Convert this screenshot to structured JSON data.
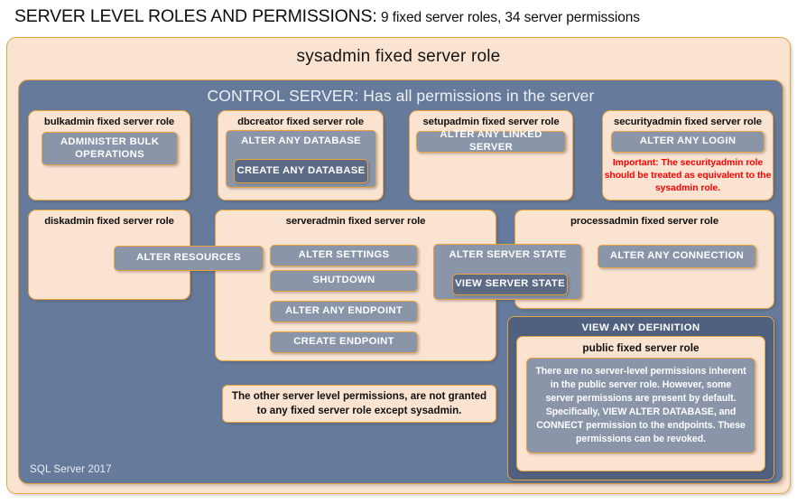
{
  "title": {
    "main": "SERVER LEVEL ROLES AND PERMISSIONS:",
    "sub": "9 fixed server roles, 34 server permissions"
  },
  "diagram": {
    "sysadmin_label": "sysadmin  fixed  server  role",
    "control_label": "CONTROL SERVER: Has all permissions in the server",
    "footer": "SQL Server 2017",
    "colors": {
      "peach_fill": "#fbe3d2",
      "gold_border": "#e8a33d",
      "slate_band": "#667b9b",
      "chip_fill": "#8a95a9",
      "chip_dark_fill": "#5c6a86",
      "public_outer_fill": "#506180",
      "warning_text": "#ff0000"
    },
    "roles": [
      {
        "id": "bulkadmin",
        "label": "bulkadmin  fixed  server  role",
        "permissions": [
          {
            "id": "administer-bulk-operations",
            "label": "ADMINISTER  BULK OPERATIONS",
            "style": "light"
          }
        ]
      },
      {
        "id": "dbcreator",
        "label": "dbcreator fixed  server role",
        "permissions": [
          {
            "id": "alter-any-database",
            "label": "ALTER ANY DATABASE",
            "style": "light"
          },
          {
            "id": "create-any-database",
            "label": "CREATE  ANY DATABASE",
            "style": "dark"
          }
        ]
      },
      {
        "id": "setupadmin",
        "label": "setupadmin  fixed  server role",
        "permissions": [
          {
            "id": "alter-any-linked-server",
            "label": "ALTER ANY LINKED SERVER",
            "style": "light"
          }
        ]
      },
      {
        "id": "securityadmin",
        "label": "securityadmin  fixed  server  role",
        "permissions": [
          {
            "id": "alter-any-login",
            "label": "ALTER ANY LOGIN",
            "style": "light"
          }
        ],
        "warning": "Important:  The securityadmin role should  be treated  as equivalent to the  sysadmin role."
      },
      {
        "id": "diskadmin",
        "label": "diskadmin  fixed  server role",
        "permissions": [
          {
            "id": "alter-resources",
            "label": "ALTER RESOURCES",
            "style": "light"
          }
        ]
      },
      {
        "id": "serveradmin",
        "label": "serveradmin fixed  server  role",
        "permissions": [
          {
            "id": "alter-settings",
            "label": "ALTER SETTINGS",
            "style": "light"
          },
          {
            "id": "shutdown",
            "label": "SHUTDOWN",
            "style": "light"
          },
          {
            "id": "alter-any-endpoint",
            "label": "ALTER ANY ENDPOINT",
            "style": "light"
          },
          {
            "id": "create-endpoint",
            "label": "CREATE  ENDPOINT",
            "style": "light"
          },
          {
            "id": "alter-server-state",
            "label": "ALTER SERVER  STATE",
            "style": "light"
          },
          {
            "id": "view-server-state",
            "label": "VIEW SERVER  STATE",
            "style": "dark"
          }
        ]
      },
      {
        "id": "processadmin",
        "label": "processadmin  fixed  server  role",
        "permissions": [
          {
            "id": "alter-any-connection",
            "label": "ALTER ANY CONNECTION",
            "style": "light"
          }
        ]
      },
      {
        "id": "public",
        "outer_permission": "VIEW ANY DEFINITION",
        "label": "public  fixed  server  role",
        "body": "There are no server-level permissions inherent in the public server role. However, some server permissions are present by default. Specifically, VIEW ALTER DATABASE, and CONNECT permission to the endpoints. These permissions can be revoked."
      }
    ],
    "other_note": "The other server level permissions,  are not granted to any fixed server role except sysadmin."
  }
}
